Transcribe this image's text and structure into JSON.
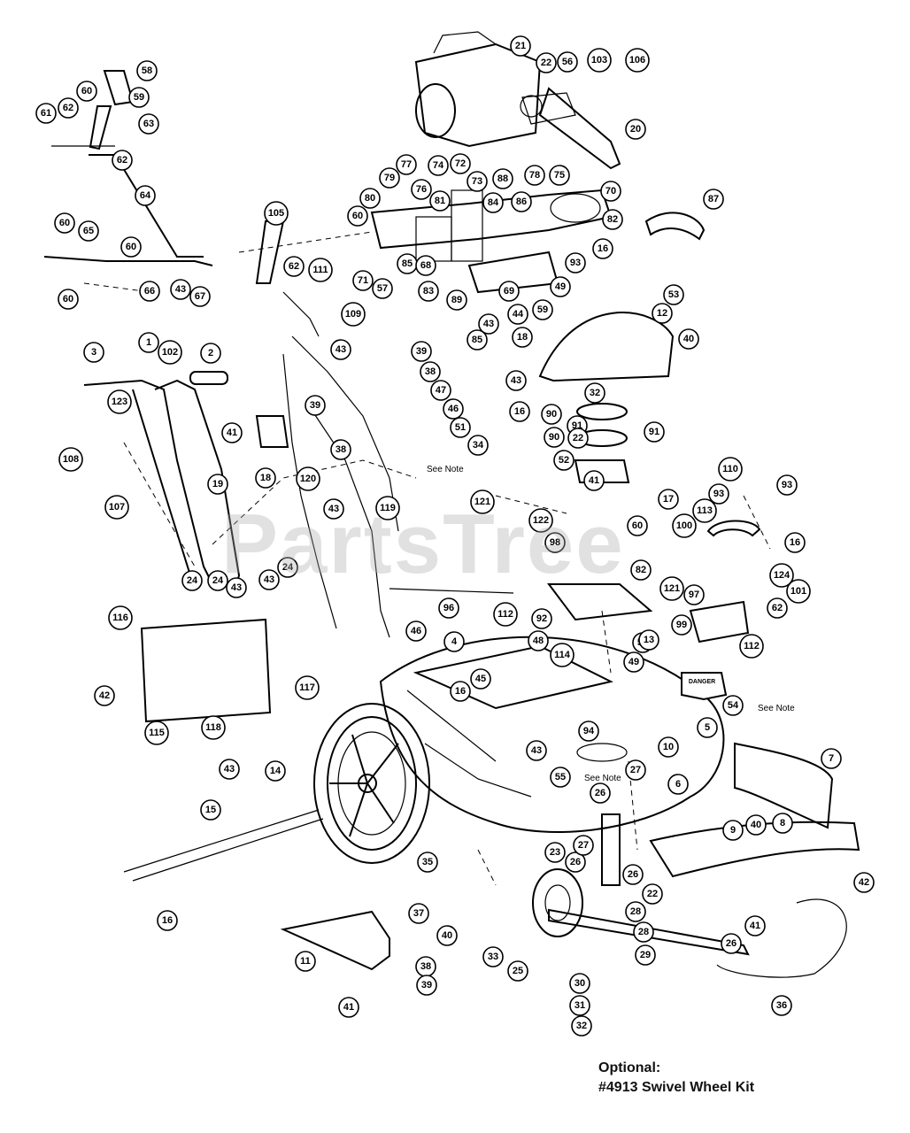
{
  "watermark": "PartsTree",
  "footer": {
    "line1": "Optional:",
    "line2": "#4913 Swivel Wheel Kit"
  },
  "notes": [
    "See Note",
    "See Note",
    "See Note"
  ],
  "decal_text": "DANGER",
  "callouts": [
    "21",
    "22",
    "56",
    "103",
    "106",
    "20",
    "58",
    "59",
    "60",
    "61",
    "62",
    "63",
    "62",
    "64",
    "77",
    "74",
    "72",
    "73",
    "88",
    "86",
    "78",
    "75",
    "70",
    "87",
    "79",
    "76",
    "80",
    "81",
    "84",
    "60",
    "82",
    "16",
    "71",
    "85",
    "68",
    "57",
    "83",
    "89",
    "69",
    "93",
    "43",
    "44",
    "59",
    "49",
    "85",
    "18",
    "65",
    "60",
    "60",
    "66",
    "60",
    "43",
    "67",
    "105",
    "62",
    "111",
    "109",
    "102",
    "43",
    "53",
    "12",
    "40",
    "3",
    "1",
    "2",
    "39",
    "38",
    "47",
    "46",
    "51",
    "34",
    "43",
    "16",
    "32",
    "90",
    "91",
    "90",
    "22",
    "91",
    "52",
    "41",
    "123",
    "41",
    "39",
    "38",
    "108",
    "107",
    "18",
    "120",
    "119",
    "19",
    "24",
    "43",
    "24",
    "24",
    "43",
    "43",
    "116",
    "42",
    "115",
    "118",
    "117",
    "43",
    "46",
    "4",
    "45",
    "16",
    "43",
    "94",
    "96",
    "112",
    "92",
    "48",
    "114",
    "49",
    "50",
    "13",
    "121",
    "122",
    "98",
    "17",
    "60",
    "121",
    "100",
    "82",
    "101",
    "110",
    "93",
    "93",
    "113",
    "16",
    "124",
    "97",
    "62",
    "99",
    "112",
    "10",
    "5",
    "54",
    "14",
    "15",
    "16",
    "35",
    "55",
    "27",
    "26",
    "6",
    "7",
    "9",
    "40",
    "8",
    "23",
    "26",
    "27",
    "26",
    "22",
    "28",
    "28",
    "29",
    "42",
    "41",
    "36",
    "26",
    "37",
    "40",
    "11",
    "38",
    "39",
    "41",
    "33",
    "25",
    "30",
    "31",
    "32"
  ]
}
